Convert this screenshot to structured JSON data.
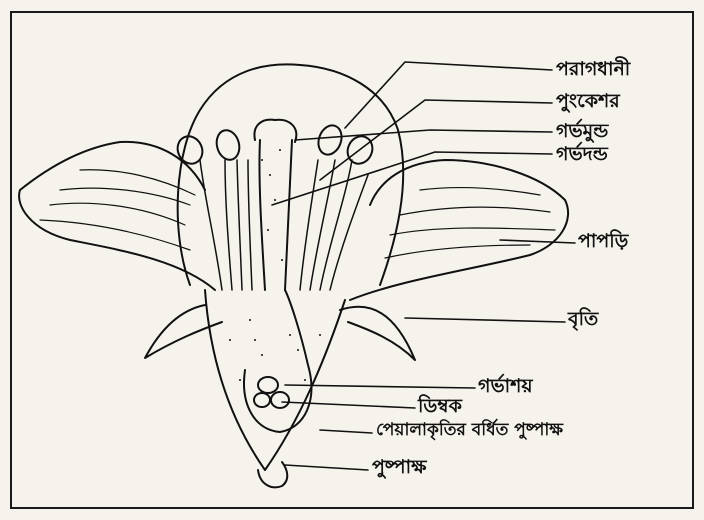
{
  "labels": {
    "anther": "পরাগধানী",
    "stamen": "পুংকেশর",
    "stigma": "গর্ভমুন্ড",
    "style": "গর্ভদন্ড",
    "petal": "পাপড়ি",
    "sepal": "বৃতি",
    "ovary": "গর্ভাশয়",
    "ovule": "ডিম্বক",
    "cup_receptacle": "পেয়ালাকৃতির বর্ধিত পুষ্পাক্ষ",
    "receptacle": "পুষ্পাক্ষ"
  }
}
